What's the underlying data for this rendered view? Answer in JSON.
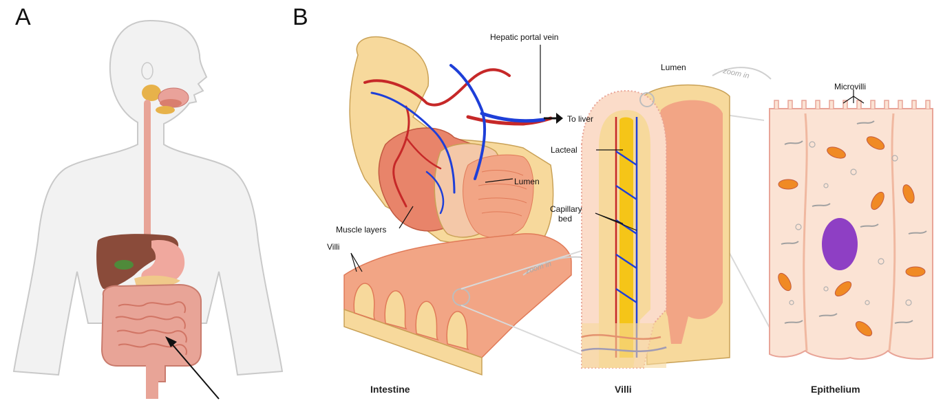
{
  "panels": {
    "a": {
      "letter": "A"
    },
    "b": {
      "letter": "B"
    }
  },
  "labels": {
    "hepatic_portal_vein": "Hepatic portal vein",
    "to_liver": "To liver",
    "lacteal": "Lacteal",
    "lumen_intestine": "Lumen",
    "capillary_bed_line1": "Capillary",
    "capillary_bed_line2": "bed",
    "muscle_layers": "Muscle layers",
    "villi": "Villi",
    "lumen_villi": "Lumen",
    "microvilli": "Microvilli",
    "zoom_in_1": "zoom in",
    "zoom_in_2": "zoom in"
  },
  "captions": {
    "intestine": "Intestine",
    "villi": "Villi",
    "epithelium": "Epithelium"
  },
  "colors": {
    "body_outline": "#c9c9c9",
    "body_fill": "#f2f2f2",
    "intestine_pink": "#e8a497",
    "intestine_dark": "#d97e6e",
    "artery_red": "#c62828",
    "vein_blue": "#1e3fd8",
    "lacteal_yellow": "#f5c518",
    "cell_fill": "#fbe3d4",
    "nucleus_purple": "#8e3fc4",
    "mitochondria_orange": "#f08a24",
    "liver_brown": "#8a4b3a"
  }
}
